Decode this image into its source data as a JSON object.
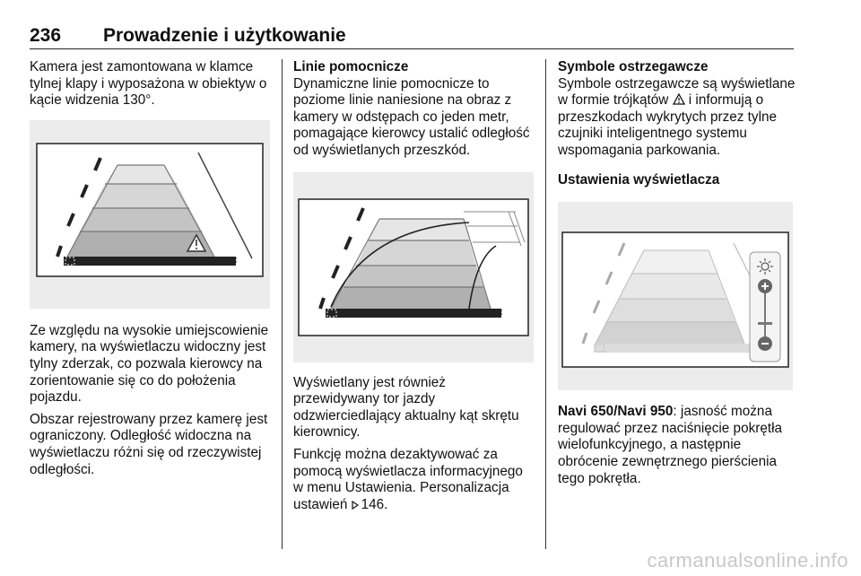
{
  "header": {
    "page_number": "236",
    "title": "Prowadzenie i użytkowanie"
  },
  "column1": {
    "para1": "Kamera jest zamontowana w klamce tylnej klapy i wyposażona w obiektyw o kącie widzenia 130°.",
    "para2": "Ze względu na wysokie umiejscowienie kamery, na wyświetlaczu widoczny jest tylny zderzak, co pozwala kierowcy na zorientowanie się co do położenia pojazdu.",
    "para3": "Obszar rejestrowany przez kamerę jest ograniczony. Odległość widoczna na wyświetlaczu różni się od rzeczywistej odległości."
  },
  "column2": {
    "heading": "Linie pomocnicze",
    "para1": "Dynamiczne linie pomocnicze to poziome linie naniesione na obraz z kamery w odstępach co jeden metr, pomagające kierowcy ustalić odległość od wyświetlanych przeszkód.",
    "para2": "Wyświetlany jest również przewidywany tor jazdy odzwierciedlający aktualny kąt skrętu kierownicy.",
    "para3_text": "Funkcję można dezaktywować za pomocą wyświetlacza informacyjnego w menu Ustawienia. Personalizacja ustawień ",
    "para3_ref": "146."
  },
  "column3": {
    "heading1": "Symbole ostrzegawcze",
    "para1_a": "Symbole ostrzegawcze są wyświetlane w formie trójkątów ",
    "para1_b": " i informują o przeszkodach wykrytych przez tylne czujniki inteligentnego systemu wspomagania parkowania.",
    "heading2": "Ustawienia wyświetlacza",
    "para2_bold": "Navi 650/Navi 950",
    "para2_text": ": jasność można regulować przez naciśnięcie pokrętła wielofunkcyjnego, a następnie obrócenie zewnętrznego pierścienia tego pokrętła."
  },
  "watermark": "carmanualsonline.info",
  "icons": {
    "warning": "warning-triangle-icon",
    "page_ref": "page-reference-arrow-icon",
    "brightness": "sun-icon",
    "plus": "plus-icon",
    "minus": "minus-icon"
  }
}
